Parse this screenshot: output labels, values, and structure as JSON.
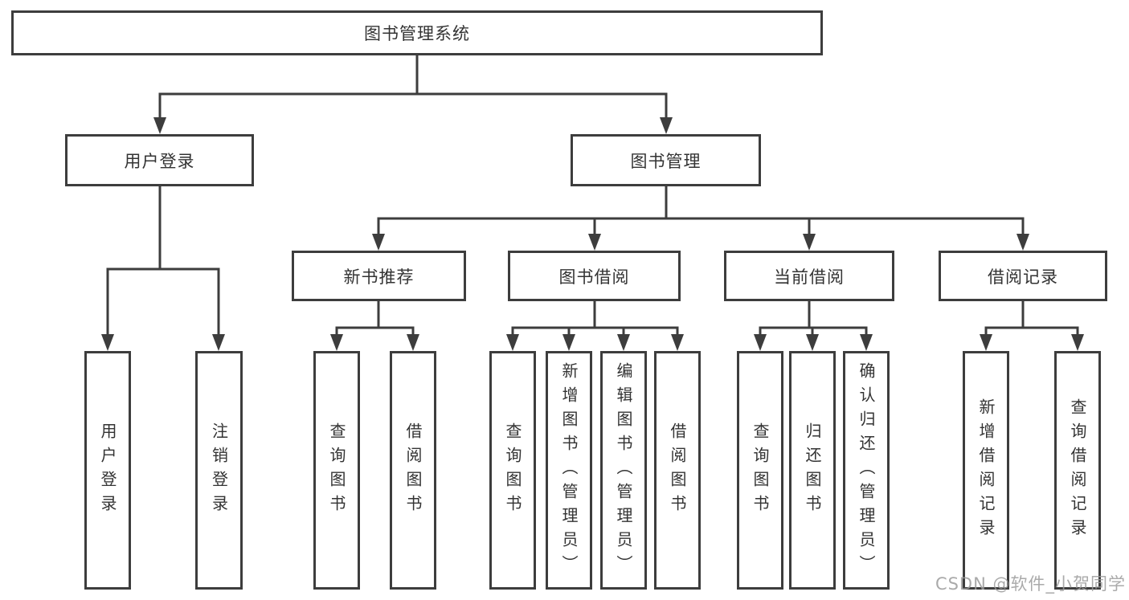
{
  "title": {
    "label": "图书管理系统"
  },
  "branches": {
    "user_login": {
      "label": "用户登录",
      "children": [
        {
          "label": "用户登录"
        },
        {
          "label": "注销登录"
        }
      ]
    },
    "book_mgmt": {
      "label": "图书管理",
      "children": [
        {
          "label": "新书推荐",
          "children": [
            {
              "label": "查询图书"
            },
            {
              "label": "借阅图书"
            }
          ]
        },
        {
          "label": "图书借阅",
          "children": [
            {
              "label": "查询图书"
            },
            {
              "label": "新增图书（管理员）"
            },
            {
              "label": "编辑图书（管理员）"
            },
            {
              "label": "借阅图书"
            }
          ]
        },
        {
          "label": "当前借阅",
          "children": [
            {
              "label": "查询图书"
            },
            {
              "label": "归还图书"
            },
            {
              "label": "确认归还（管理员）"
            }
          ]
        },
        {
          "label": "借阅记录",
          "children": [
            {
              "label": "新增借阅记录"
            },
            {
              "label": "查询借阅记录"
            }
          ]
        }
      ]
    }
  },
  "watermark": {
    "text": "CSDN @软件_小贺同学",
    "color": "#9c9c9c"
  },
  "colors": {
    "line": "#3d3d3d",
    "text": "#333333",
    "background": "#ffffff"
  }
}
